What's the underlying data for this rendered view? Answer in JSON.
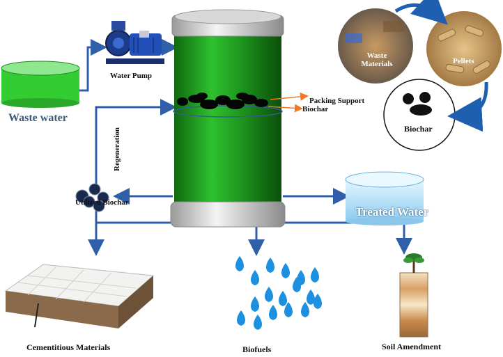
{
  "labels": {
    "waste_water": "Waste water",
    "water_pump": "Water Pump",
    "packing_support": "Packing Support",
    "biochar_arrow": "Biochar",
    "regeneration": "Regeneration",
    "utilized_biochar": "Utilized Biochar",
    "treated_water": "Treated Water",
    "cementitious": "Cementitious Materials",
    "biofuels": "Biofuels",
    "soil_amendment": "Soil Amendment",
    "waste_materials": "Waste Materials",
    "pellets": "Pellets",
    "biochar_cycle": "Biochar"
  },
  "colors": {
    "pipe": "#2f5fa8",
    "column_green": "#1f9a1f",
    "tank_green": "#33cc33",
    "treated_tank": "#a8d8f0",
    "droplet": "#1e90e0",
    "arrow_orange": "#f07820",
    "cycle_arrow": "#1f5fb0"
  }
}
